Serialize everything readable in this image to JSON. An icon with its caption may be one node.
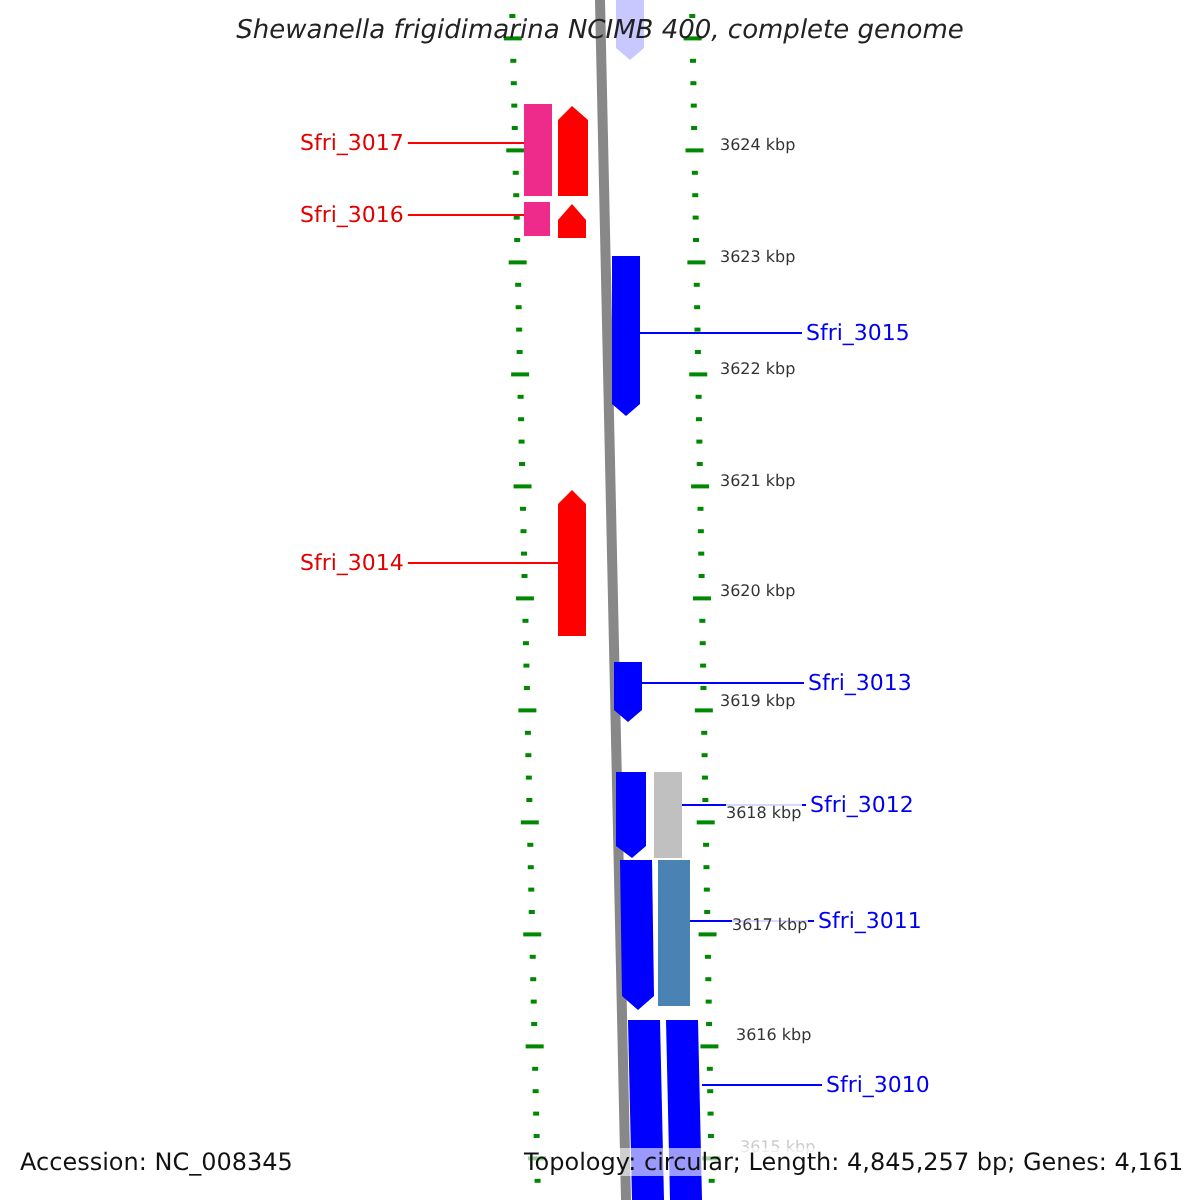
{
  "diagram": {
    "title": "Shewanella frigidimarina NCIMB 400, complete genome",
    "nodes": [
      {
        "text": [
          "Sfri_3017"
        ]
      },
      {
        "text": [],
        "shape": "bar"
      },
      {
        "text": [
          "Sfri_3016"
        ]
      },
      {
        "text": [],
        "shape": "bar"
      },
      {
        "text": [
          "Sfri_3015"
        ]
      },
      {
        "text": [],
        "shape": "bar"
      },
      {
        "text": [
          "Sfri_3014"
        ]
      },
      {
        "text": [],
        "shape": "bar"
      },
      {
        "text": [
          "Sfri_3013"
        ]
      },
      {
        "text": [],
        "shape": "bar"
      },
      {
        "text": [
          "Sfri_3012"
        ]
      },
      {
        "text": [],
        "shape": "bar"
      },
      {
        "text": [
          "Sfri_3011"
        ]
      },
      {
        "text": [],
        "shape": "bar"
      },
      {
        "text": [
          "Sfri_3010"
        ]
      },
      {
        "text": [],
        "shape": "bar"
      }
    ],
    "edges": [
      {
        "from": 0,
        "to": 1,
        "arrow": "none",
        "color": "#ff0000"
      },
      {
        "from": 2,
        "to": 3,
        "arrow": "none",
        "color": "#ff0000"
      },
      {
        "from": 4,
        "to": 5,
        "arrow": "none"
      },
      {
        "from": 6,
        "to": 7,
        "arrow": "none",
        "color": "#ff0000"
      },
      {
        "from": 8,
        "to": 9,
        "arrow": "none"
      },
      {
        "from": 10,
        "to": 11,
        "arrow": "none"
      },
      {
        "from": 12,
        "to": 13,
        "arrow": "none"
      },
      {
        "from": 14,
        "to": 15,
        "arrow": "none"
      }
    ],
    "labels": [
      "3624 kbp",
      "3623 kbp",
      "3622 kbp",
      "3621 kbp",
      "3620 kbp",
      "3619 kbp",
      "3618 kbp",
      "3617 kbp",
      "3616 kbp",
      "3615 kbp",
      "Accession: NC_008345",
      "Topology: circular; Length: 4,845,257 bp; Genes: 4,161"
    ]
  }
}
